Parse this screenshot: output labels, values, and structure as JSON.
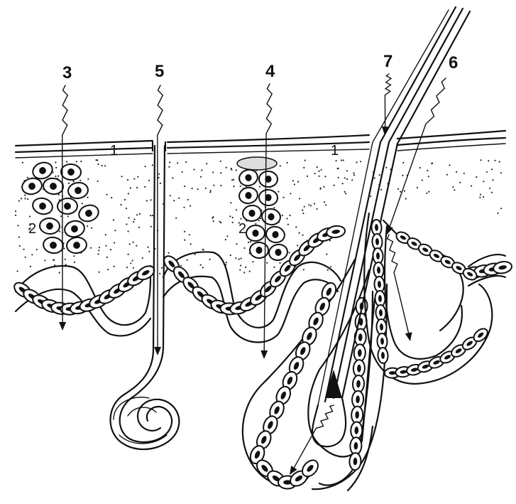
{
  "labels": {
    "route_3": "3",
    "route_5": "5",
    "route_4": "4",
    "route_7": "7",
    "route_6": "6",
    "layer_2_left": "2",
    "layer_2_center": "2",
    "layer_1_left": "1",
    "layer_1_right": "1"
  },
  "colors": {
    "ink": "#111111",
    "background": "#ffffff"
  }
}
